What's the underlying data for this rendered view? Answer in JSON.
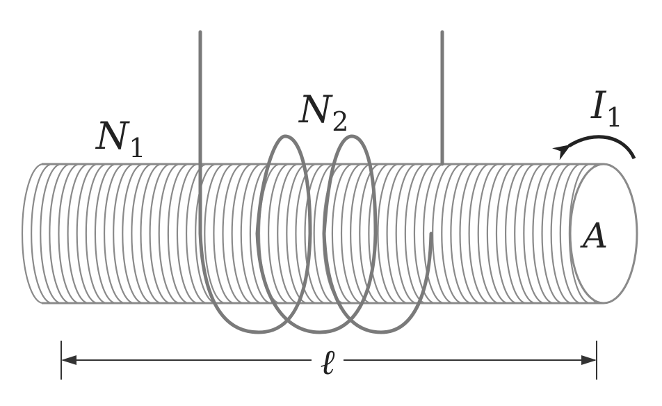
{
  "labels": {
    "n1_main": "N",
    "n1_sub": "1",
    "n2_main": "N",
    "n2_sub": "2",
    "i1_main": "I",
    "i1_sub": "1",
    "area": "A",
    "length": "ℓ"
  },
  "colors": {
    "coil": "#8a8a8a",
    "wire": "#7a7a7a",
    "dimension": "#333333",
    "text": "#222222",
    "background": "#ffffff"
  },
  "solenoid": {
    "winding_turns": 62
  }
}
